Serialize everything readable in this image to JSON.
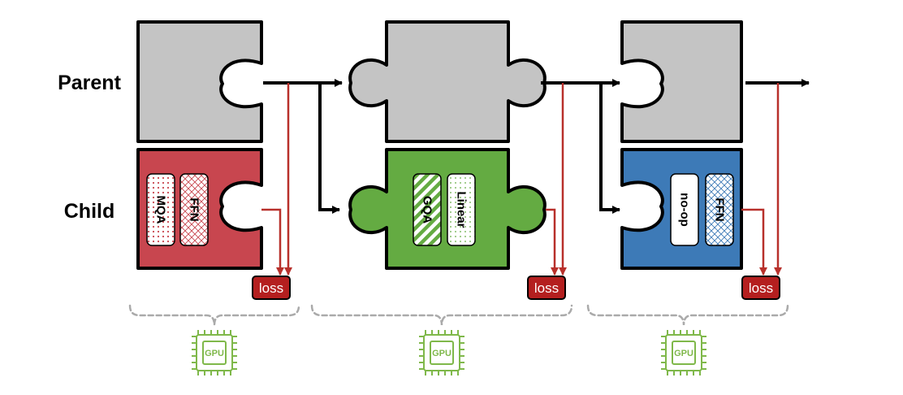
{
  "labels": {
    "parent": "Parent",
    "child": "Child"
  },
  "blocks": [
    {
      "left": "MQA",
      "right": "FFN"
    },
    {
      "left": "GQA",
      "right": "Linear"
    },
    {
      "left": "no-op",
      "right": "FFN"
    }
  ],
  "loss_label": "loss",
  "gpu_label": "GPU",
  "colors": {
    "parent_fill": "#c4c4c4",
    "child_red": "#c8464f",
    "child_green": "#64ab42",
    "child_blue": "#3d7ab7",
    "loss_fill": "#b41f1f",
    "arrow_red": "#b8302b",
    "gpu_green": "#7fb84a"
  }
}
